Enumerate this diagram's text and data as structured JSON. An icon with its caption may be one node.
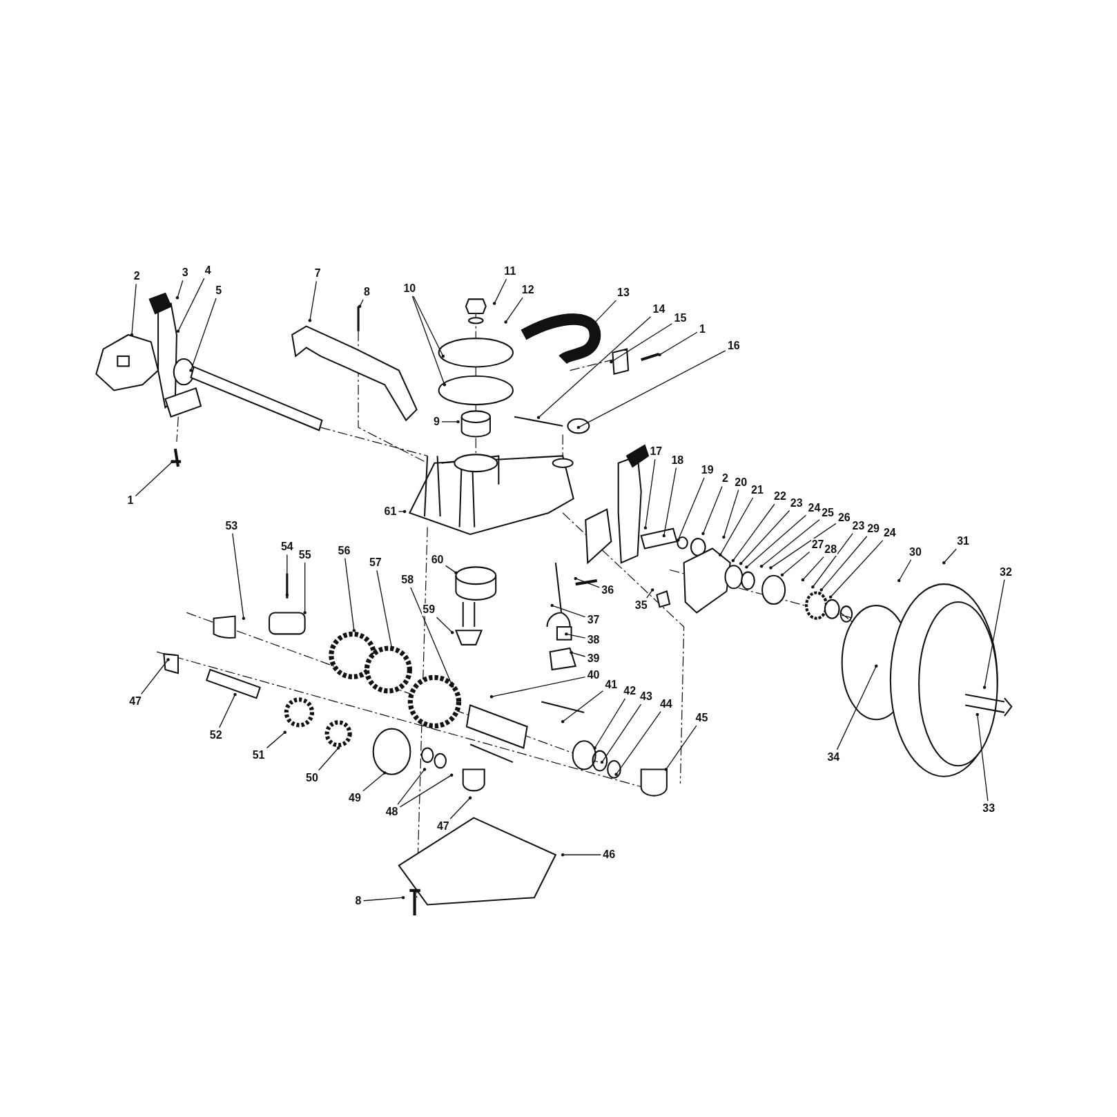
{
  "diagram": {
    "nodes": [
      {
        "text": [
          "2"
        ]
      },
      {
        "text": [
          "3"
        ]
      },
      {
        "text": [
          "4"
        ]
      },
      {
        "text": [
          "5"
        ]
      },
      {
        "text": [
          "7"
        ]
      },
      {
        "text": [
          "8"
        ]
      },
      {
        "text": [
          "10"
        ]
      },
      {
        "text": [
          "11"
        ]
      },
      {
        "text": [
          "12"
        ]
      },
      {
        "text": [
          "13"
        ]
      },
      {
        "text": [
          "14"
        ]
      },
      {
        "text": [
          "15"
        ]
      },
      {
        "text": [
          "1"
        ]
      },
      {
        "text": [
          "16"
        ]
      },
      {
        "text": [
          "9"
        ]
      },
      {
        "text": [
          "17"
        ]
      },
      {
        "text": [
          "18"
        ]
      },
      {
        "text": [
          "19"
        ]
      },
      {
        "text": [
          "2"
        ]
      },
      {
        "text": [
          "20"
        ]
      },
      {
        "text": [
          "21"
        ]
      },
      {
        "text": [
          "22"
        ]
      },
      {
        "text": [
          "23"
        ]
      },
      {
        "text": [
          "24"
        ]
      },
      {
        "text": [
          "25"
        ]
      },
      {
        "text": [
          "26"
        ]
      },
      {
        "text": [
          "1"
        ]
      },
      {
        "text": [
          "61"
        ]
      },
      {
        "text": [
          "53"
        ]
      },
      {
        "text": [
          "23"
        ]
      },
      {
        "text": [
          "29"
        ]
      },
      {
        "text": [
          "24"
        ]
      },
      {
        "text": [
          "27"
        ]
      },
      {
        "text": [
          "28"
        ]
      },
      {
        "text": [
          "30"
        ]
      },
      {
        "text": [
          "31"
        ]
      },
      {
        "text": [
          "54"
        ]
      },
      {
        "text": [
          "56"
        ]
      },
      {
        "text": [
          "55"
        ]
      },
      {
        "text": [
          "60"
        ]
      },
      {
        "text": [
          "57"
        ]
      },
      {
        "text": [
          "32"
        ]
      },
      {
        "text": [
          "58"
        ]
      },
      {
        "text": [
          "36"
        ]
      },
      {
        "text": [
          "35"
        ]
      },
      {
        "text": [
          "59"
        ]
      },
      {
        "text": [
          "37"
        ]
      },
      {
        "text": [
          "38"
        ]
      },
      {
        "text": [
          "39"
        ]
      },
      {
        "text": [
          "40"
        ]
      },
      {
        "text": [
          "41"
        ]
      },
      {
        "text": [
          "42"
        ]
      },
      {
        "text": [
          "43"
        ]
      },
      {
        "text": [
          "44"
        ]
      },
      {
        "text": [
          "47"
        ]
      },
      {
        "text": [
          "45"
        ]
      },
      {
        "text": [
          "52"
        ]
      },
      {
        "text": [
          "51"
        ]
      },
      {
        "text": [
          "34"
        ]
      },
      {
        "text": [
          "50"
        ]
      },
      {
        "text": [
          "49"
        ]
      },
      {
        "text": [
          "48"
        ]
      },
      {
        "text": [
          "33"
        ]
      },
      {
        "text": [
          "47"
        ]
      },
      {
        "text": [
          "46"
        ]
      },
      {
        "text": [
          "8"
        ]
      }
    ],
    "edges": [
      {
        "from": 0,
        "to": null,
        "arrow": "other"
      },
      {
        "from": 1,
        "to": null,
        "arrow": "other"
      },
      {
        "from": 2,
        "to": null,
        "arrow": "other"
      },
      {
        "from": 3,
        "to": null,
        "arrow": "other"
      },
      {
        "from": 4,
        "to": null,
        "arrow": "other"
      },
      {
        "from": 5,
        "to": null,
        "arrow": "other"
      },
      {
        "from": 6,
        "to": null,
        "arrow": "other"
      },
      {
        "from": 6,
        "to": null,
        "arrow": "other"
      },
      {
        "from": 7,
        "to": null,
        "arrow": "other"
      },
      {
        "from": 8,
        "to": null,
        "arrow": "other"
      },
      {
        "from": 9,
        "to": null,
        "arrow": "other"
      },
      {
        "from": 10,
        "to": null,
        "arrow": "other"
      },
      {
        "from": 11,
        "to": null,
        "arrow": "other"
      },
      {
        "from": 12,
        "to": null,
        "arrow": "other"
      },
      {
        "from": 13,
        "to": null,
        "arrow": "other"
      },
      {
        "from": 14,
        "to": null,
        "arrow": "other"
      },
      {
        "from": 15,
        "to": null,
        "arrow": "other"
      },
      {
        "from": 16,
        "to": null,
        "arrow": "other"
      },
      {
        "from": 17,
        "to": null,
        "arrow": "other"
      },
      {
        "from": 18,
        "to": null,
        "arrow": "other"
      },
      {
        "from": 19,
        "to": null,
        "arrow": "other"
      },
      {
        "from": 20,
        "to": null,
        "arrow": "other"
      },
      {
        "from": 21,
        "to": null,
        "arrow": "other"
      },
      {
        "from": 22,
        "to": null,
        "arrow": "other"
      },
      {
        "from": 23,
        "to": null,
        "arrow": "other"
      },
      {
        "from": 24,
        "to": null,
        "arrow": "other"
      },
      {
        "from": 25,
        "to": null,
        "arrow": "other"
      },
      {
        "from": 26,
        "to": null,
        "arrow": "other"
      },
      {
        "from": 27,
        "to": null,
        "arrow": "other"
      },
      {
        "from": 28,
        "to": null,
        "arrow": "other"
      },
      {
        "from": 29,
        "to": null,
        "arrow": "other"
      },
      {
        "from": 30,
        "to": null,
        "arrow": "other"
      },
      {
        "from": 31,
        "to": null,
        "arrow": "other"
      },
      {
        "from": 32,
        "to": null,
        "arrow": "other"
      },
      {
        "from": 33,
        "to": null,
        "arrow": "other"
      },
      {
        "from": 34,
        "to": null,
        "arrow": "other"
      },
      {
        "from": 35,
        "to": null,
        "arrow": "other"
      },
      {
        "from": 36,
        "to": null,
        "arrow": "other"
      },
      {
        "from": 37,
        "to": null,
        "arrow": "other"
      },
      {
        "from": 38,
        "to": null,
        "arrow": "other"
      },
      {
        "from": 39,
        "to": null,
        "arrow": "other"
      },
      {
        "from": 40,
        "to": null,
        "arrow": "other"
      },
      {
        "from": 41,
        "to": null,
        "arrow": "other"
      },
      {
        "from": 42,
        "to": null,
        "arrow": "other"
      },
      {
        "from": 43,
        "to": null,
        "arrow": "other"
      },
      {
        "from": 44,
        "to": null,
        "arrow": "other"
      },
      {
        "from": 45,
        "to": null,
        "arrow": "other"
      },
      {
        "from": 46,
        "to": null,
        "arrow": "other"
      },
      {
        "from": 47,
        "to": null,
        "arrow": "other"
      },
      {
        "from": 48,
        "to": null,
        "arrow": "other"
      },
      {
        "from": 49,
        "to": null,
        "arrow": "other"
      },
      {
        "from": 50,
        "to": null,
        "arrow": "other"
      },
      {
        "from": 51,
        "to": null,
        "arrow": "other"
      },
      {
        "from": 52,
        "to": null,
        "arrow": "other"
      },
      {
        "from": 53,
        "to": null,
        "arrow": "other"
      },
      {
        "from": 54,
        "to": null,
        "arrow": "other"
      },
      {
        "from": 55,
        "to": null,
        "arrow": "other"
      },
      {
        "from": 56,
        "to": null,
        "arrow": "other"
      },
      {
        "from": 57,
        "to": null,
        "arrow": "other"
      },
      {
        "from": 58,
        "to": null,
        "arrow": "other"
      },
      {
        "from": 59,
        "to": null,
        "arrow": "other"
      },
      {
        "from": 60,
        "to": null,
        "arrow": "other"
      },
      {
        "from": 61,
        "to": null,
        "arrow": "other"
      },
      {
        "from": 61,
        "to": null,
        "arrow": "other"
      },
      {
        "from": 62,
        "to": null,
        "arrow": "other"
      },
      {
        "from": 63,
        "to": null,
        "arrow": "other"
      },
      {
        "from": 64,
        "to": null,
        "arrow": "other"
      },
      {
        "from": 65,
        "to": null,
        "arrow": "other"
      }
    ]
  }
}
